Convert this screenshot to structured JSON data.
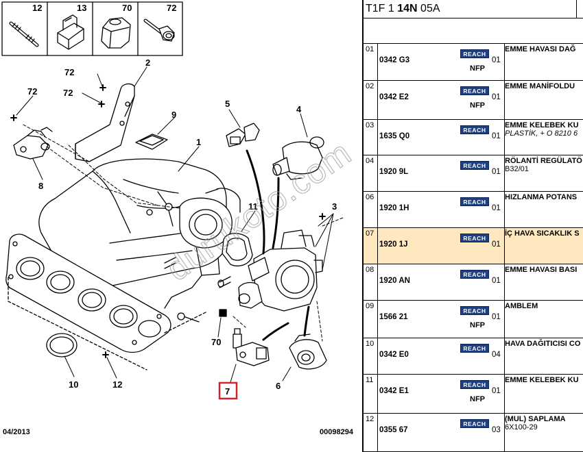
{
  "diagram": {
    "header_refs": [
      "12",
      "13",
      "70",
      "72"
    ],
    "callouts": {
      "c1": "1",
      "c2": "2",
      "c3": "3",
      "c4": "4",
      "c5": "5",
      "c6": "6",
      "c7": "7",
      "c8": "8",
      "c9": "9",
      "c10": "10",
      "c11": "11",
      "c12": "12",
      "c70": "70",
      "c72a": "72",
      "c72b": "72",
      "c72c": "72"
    },
    "date_code": "04/2013",
    "drawing_number": "00098294",
    "watermark": "durukoto.com",
    "highlight_color": "#d0232a"
  },
  "parts": {
    "header": {
      "prefix": "T1F 1 ",
      "bold": "14N",
      "suffix": " 05A"
    },
    "reach_badge_color": "#1e3f82",
    "selected_color": "#fde8c0",
    "rows": [
      {
        "idx": "01",
        "ref": "0342 G3",
        "reach": "REACH",
        "nfp": "NFP",
        "qty": "01",
        "name": "EMME HAVASI DAĞ",
        "note": ""
      },
      {
        "idx": "02",
        "ref": "0342 E2",
        "reach": "REACH",
        "nfp": "NFP",
        "qty": "01",
        "name": "EMME MANİFOLDU",
        "note": ""
      },
      {
        "idx": "03",
        "ref": "1635 Q0",
        "reach": "REACH",
        "nfp": "",
        "qty": "01",
        "name": "EMME KELEBEK KU",
        "note": "PLASTİK, + O 8210 6"
      },
      {
        "idx": "04",
        "ref": "1920 9L",
        "reach": "REACH",
        "nfp": "",
        "qty": "01",
        "name": "RÖLANTİ REGÜLATÖ",
        "note": "B32/01"
      },
      {
        "idx": "06",
        "ref": "1920 1H",
        "reach": "REACH",
        "nfp": "",
        "qty": "01",
        "name": "HIZLANMA POTANS",
        "note": ""
      },
      {
        "idx": "07",
        "ref": "1920 1J",
        "reach": "REACH",
        "nfp": "",
        "qty": "01",
        "name": "İÇ HAVA SICAKLIK S",
        "note": ""
      },
      {
        "idx": "08",
        "ref": "1920 AN",
        "reach": "REACH",
        "nfp": "",
        "qty": "01",
        "name": "EMME HAVASI BASI",
        "note": ""
      },
      {
        "idx": "09",
        "ref": "1566 21",
        "reach": "REACH",
        "nfp": "NFP",
        "qty": "01",
        "name": "AMBLEM",
        "note": ""
      },
      {
        "idx": "10",
        "ref": "0342 E0",
        "reach": "REACH",
        "nfp": "",
        "qty": "04",
        "name": "HAVA DAĞITICISI CO",
        "note": ""
      },
      {
        "idx": "11",
        "ref": "0342 E1",
        "reach": "REACH",
        "nfp": "NFP",
        "qty": "01",
        "name": "EMME KELEBEK KU",
        "note": ""
      },
      {
        "idx": "12",
        "ref": "0355 67",
        "reach": "REACH",
        "nfp": "",
        "qty": "03",
        "name": "(MUL) SAPLAMA",
        "note": "6X100-29"
      }
    ]
  }
}
